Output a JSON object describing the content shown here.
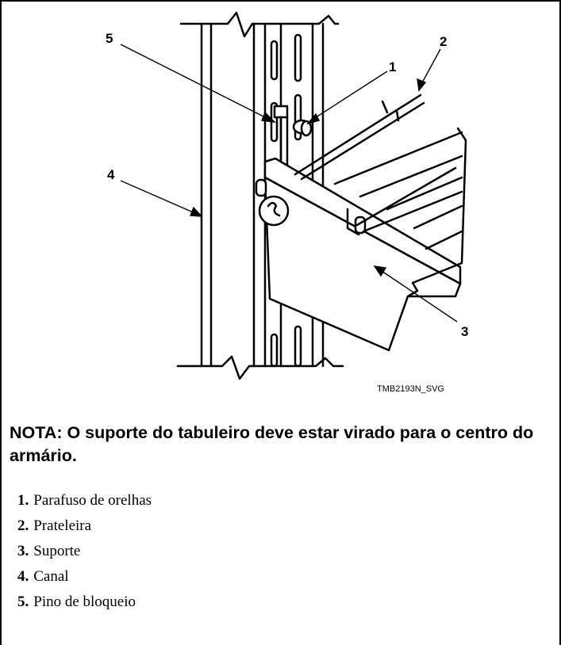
{
  "figure": {
    "id_label": "TMB2193N_SVG",
    "callouts": [
      "1",
      "2",
      "3",
      "4",
      "5"
    ]
  },
  "note": "NOTA: O suporte do tabuleiro deve estar virado para o centro do armário.",
  "legend": [
    {
      "num": "1.",
      "text": "Parafuso de orelhas"
    },
    {
      "num": "2.",
      "text": "Prateleira"
    },
    {
      "num": "3.",
      "text": "Suporte"
    },
    {
      "num": "4.",
      "text": "Canal"
    },
    {
      "num": "5.",
      "text": "Pino de bloqueio"
    }
  ]
}
